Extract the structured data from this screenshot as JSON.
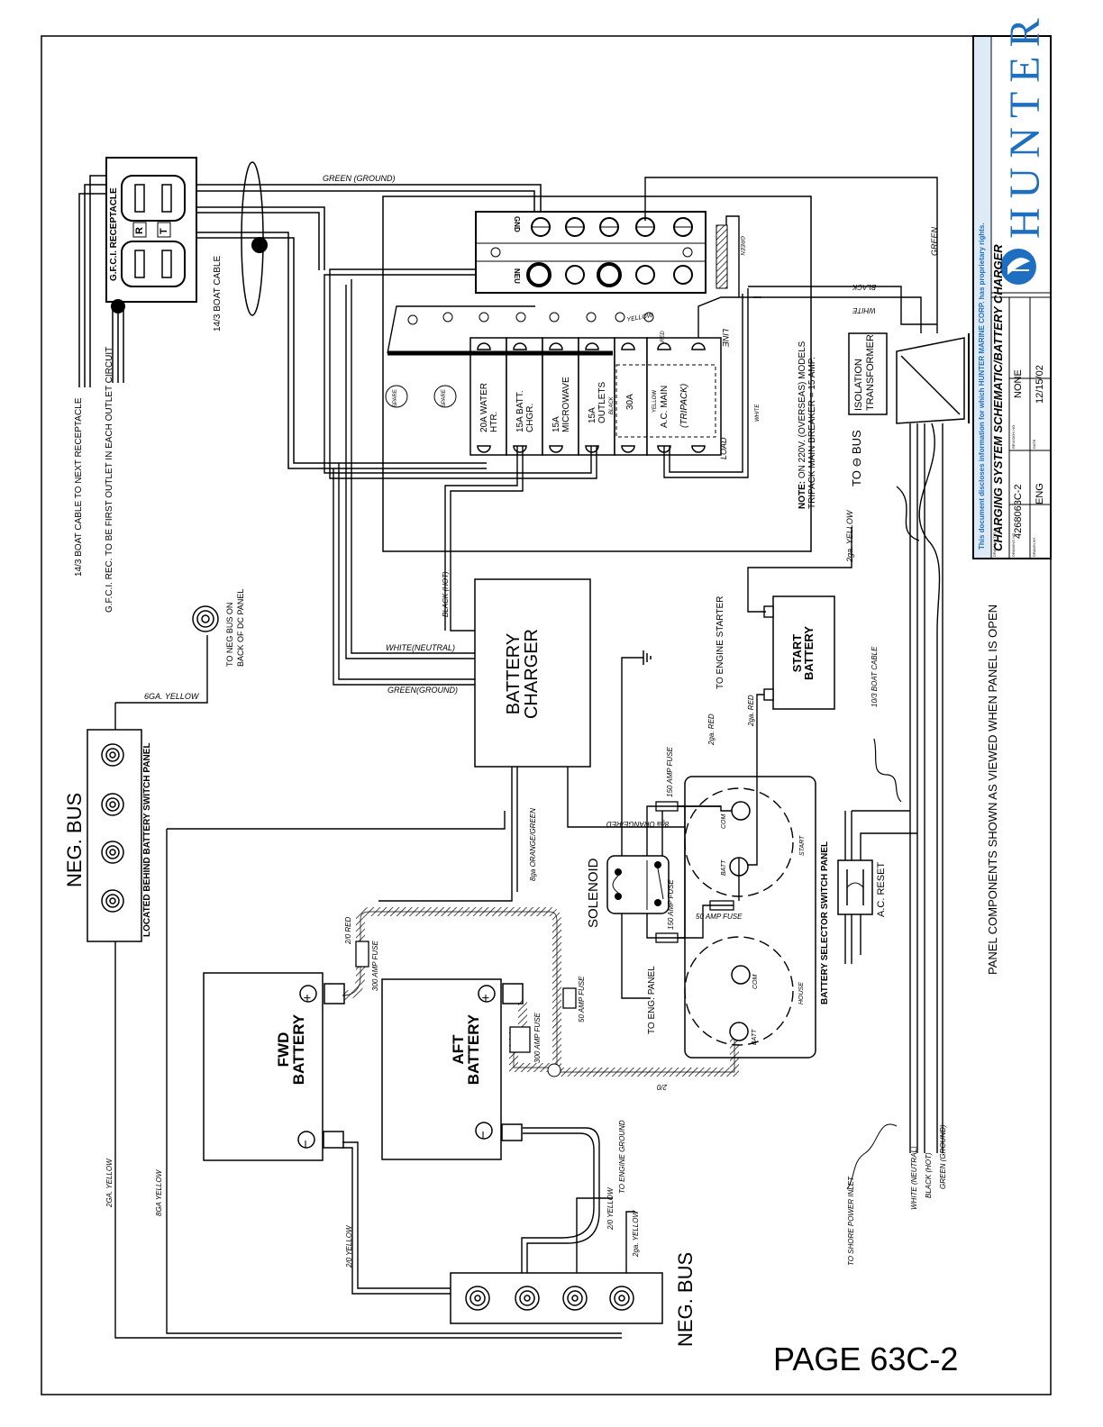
{
  "page_label": "PAGE 63C-2",
  "brand": {
    "name": "HUNTER",
    "disclaimer": "This document discloses information for which HUNTER MARINE CORP. has proprietary rights.",
    "color": "#1f6fc0"
  },
  "title_block": {
    "title": "CHARGING SYSTEM SCHEMATIC/BATTERY CHARGER",
    "drawing_no_value": "4268063C-2",
    "revision_value": "NONE",
    "drawn_by_value": "ENG",
    "date_value": "12/15/02",
    "field_drawing_title": "DRAWING TITLE",
    "field_drawing_no": "DRAWING NO.",
    "field_revision": "REVISION NO.",
    "field_drawn_by": "DRAWN BY",
    "field_date": "DATE"
  },
  "panel_note": "PANEL COMPONENTS SHOWN AS VIEWED WHEN PANEL IS OPEN",
  "gfci": {
    "receptacle": "G.F.C.I. RECEPTACLE",
    "t": "T",
    "r": "R",
    "next_receptacle": "14/3 BOAT CABLE TO NEXT RECEPTACLE",
    "first_outlet": "G.F.C.I. REC. TO BE FIRST OUTLET IN EACH OUTLET CIRCUIT",
    "boat_cable": "14/3 BOAT CABLE"
  },
  "wires": {
    "green_ground_top": "GREEN (GROUND)",
    "green_right": "GREEN",
    "green_small": "GREEN",
    "black_right": "BLACK",
    "white_right": "WHITE",
    "white_small": "WHITE",
    "yellow_top": "YELLOW",
    "black_hot": "BLACK (HOT)",
    "white_neutral": "WHITE(NEUTRAL)",
    "green_ground_charger": "GREEN(GROUND)",
    "yellow_2ga_bus": "2ga. YELLOW",
    "red_2ga_a": "2ga. RED",
    "red_2ga_b": "2ga. RED",
    "boat_cable_10_3": "10/3 BOAT CABLE",
    "orange_green": "8ga ORANGE/GREEN",
    "orange_red": "8ga ORANGE/RED",
    "red_20": "2/0 RED",
    "yellow_6ga": "6GA. YELLOW",
    "yellow_2ga_left": "2GA. YELLOW",
    "yellow_8ga": "8GA YELLOW",
    "yellow_20_a": "2/0 YELLOW",
    "yellow_20_b": "2/0 YELLOW",
    "yellow_2ga_bottom": "2ga. YELLOW",
    "engine_ground": "TO ENGINE GROUND",
    "cable_20": "2/0",
    "white_neutral_shore": "WHITE (NEUTRAL)",
    "black_hot_shore": "BLACK (HOT)",
    "green_ground_shore": "GREEN (GROUND)",
    "shore_inlet": "TO SHORE POWER INLET"
  },
  "terminal_strip": {
    "gnd": "GND",
    "neu": "NEU"
  },
  "breakers": {
    "spare": "SPARE",
    "items": [
      "20A WATER HTR.",
      "15A BATT. CHGR.",
      "15A MICROWAVE",
      "15A OUTLETS",
      "30A"
    ],
    "black": "BLACK",
    "main_yellow": "YELLOW",
    "main": "A.C. MAIN",
    "tripack": "(TRIPACK)",
    "red": "RED",
    "line": "LINE",
    "load": "LOAD",
    "white": "WHITE"
  },
  "note": {
    "label": "NOTE:",
    "line1": "ON 220V. (OVERSEAS) MODELS",
    "line2": "TRIPACK MAIN BREAKER = 15 AMP."
  },
  "to_bus": "TO ⊖ BUS",
  "isolation": "ISOLATION TRANSFORMER",
  "charger": "BATTERY CHARGER",
  "engine_starter": "TO ENGINE STARTER",
  "start_battery": "START BATTERY",
  "neg_bus_back": {
    "line1": "TO NEG BUS ON",
    "line2": "BACK OF DC PANEL"
  },
  "neg_bus_top": {
    "title": "NEG. BUS",
    "sub": "LOCATED BEHIND BATTERY SWITCH PANEL"
  },
  "neg_bus_bottom": "NEG. BUS",
  "fwd_battery": "FWD BATTERY",
  "aft_battery": "AFT BATTERY",
  "fuses": {
    "f300a": "300 AMP FUSE",
    "f300b": "300 AMP FUSE",
    "f50a": "50 AMP FUSE",
    "f50b": "50 AMP FUSE",
    "f150a": "150 AMP FUSE",
    "f150b": "150 AMP FUSE"
  },
  "solenoid": "SOLENOID",
  "eng_panel": "TO ENG. PANEL",
  "selector": {
    "panel": "BATTERY SELECTOR SWITCH PANEL",
    "com": "COM",
    "batt": "BATT",
    "start": "START",
    "house": "HOUSE",
    "ac_reset": "A.C. RESET"
  },
  "plus": "+",
  "minus": "−"
}
